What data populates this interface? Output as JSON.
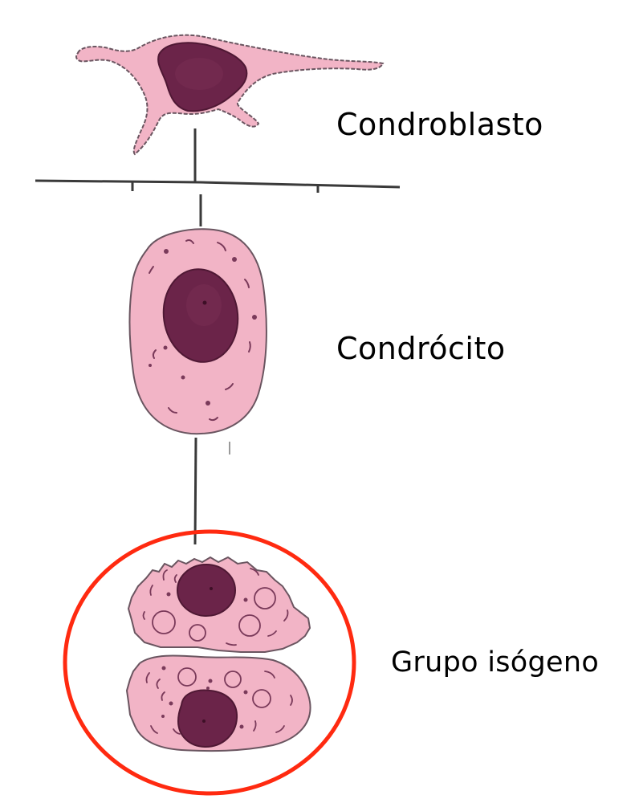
{
  "diagram": {
    "type": "cell-differentiation-lineage",
    "stages": [
      {
        "id": "condroblasto",
        "label": "Condroblasto",
        "shape": "stellate-cell"
      },
      {
        "id": "condrocito",
        "label": "Condrócito",
        "shape": "oval-cell"
      },
      {
        "id": "grupo_isogeno",
        "label": "Grupo isógeno",
        "shape": "paired-cells",
        "highlighted": true
      }
    ],
    "connections": [
      {
        "from": "condroblasto",
        "to": "condrocito"
      },
      {
        "from": "condrocito",
        "to": "grupo_isogeno"
      }
    ],
    "highlight": {
      "target": "grupo_isogeno",
      "shape": "circle-outline"
    }
  },
  "labels": {
    "condroblasto": "Condroblasto",
    "condrocito": "Condrócito",
    "grupo_isogeno": "Grupo isógeno"
  },
  "colors": {
    "background": "#ffffff",
    "cytoplasm": "#f2b4c6",
    "cytoplasm_light": "#f5c3d1",
    "membrane": "#6a5560",
    "nucleus": "#6b2449",
    "nucleus_dark": "#4f1834",
    "granule": "#7a3a5a",
    "connector": "#3a3a3a",
    "highlight_circle": "#ff2a10",
    "text": "#000000"
  }
}
